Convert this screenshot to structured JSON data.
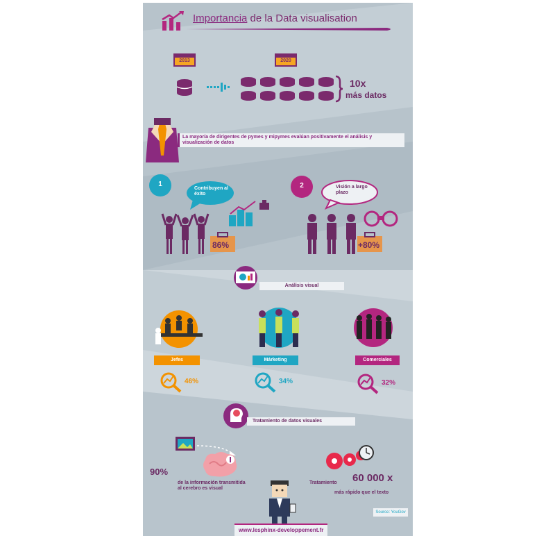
{
  "title": {
    "part1": "Importancia",
    "part2": " de la Data visualisation"
  },
  "years": {
    "from": "2013",
    "to": "2020"
  },
  "growth": {
    "factor": "10x",
    "label": "más datos"
  },
  "intro_text": "La mayoría de dirigentes de pymes y mipymes evalúan positivamente el análisis y visualización de datos",
  "points": [
    {
      "number": "1",
      "bubble": "Contribuyen al éxito",
      "value": "86%"
    },
    {
      "number": "2",
      "bubble": "Visión a largo plazo",
      "value": "+80%"
    }
  ],
  "visual_analysis": {
    "heading": "Análisis visual",
    "groups": [
      {
        "label": "Jefes",
        "value": "46%",
        "color": "#f39200"
      },
      {
        "label": "Márketing",
        "value": "34%",
        "color": "#1fa6c3"
      },
      {
        "label": "Comerciales",
        "value": "32%",
        "color": "#b3267f"
      }
    ]
  },
  "visual_processing": {
    "heading": "Tratamiento de datos visuales",
    "percent": "90%",
    "percent_text": "de la información transmitida al cerebro es visual",
    "treatment_label": "Tratamiento",
    "speed": "60 000 x",
    "speed_text": "más rápido que el texto"
  },
  "source": "Source: YouGov",
  "website": "www.lesphinx-developpement.fr",
  "colors": {
    "purple": "#8b2a7f",
    "orange": "#f39200",
    "cyan": "#1fa6c3",
    "magenta": "#b3267f"
  }
}
